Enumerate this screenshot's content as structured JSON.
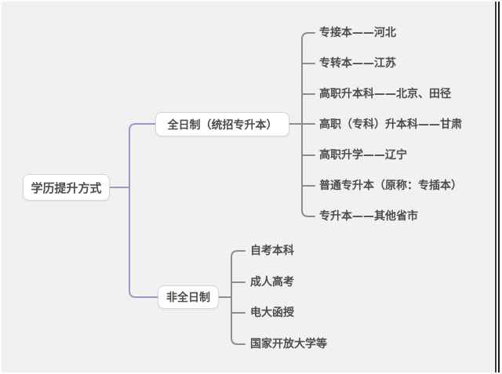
{
  "root": {
    "label": "学历提升方式"
  },
  "branches": [
    {
      "label": "全日制（统招专升本）",
      "children": [
        "专接本——河北",
        "专转本——江苏",
        "高职升本科——北京、田径",
        "高职（专科）升本科——甘肃",
        "高职升学——辽宁",
        "普通专升本（原称：专插本）",
        "专升本——其他省市"
      ]
    },
    {
      "label": "非全日制",
      "children": [
        "自考本科",
        "成人高考",
        "电大函授",
        "国家开放大学等"
      ]
    }
  ],
  "colors": {
    "background": "#f1f1f2",
    "node_fill": "#ffffff",
    "node_border": "#d6d6da",
    "text": "#4d4d4d",
    "level1_connector": "#9d97c7",
    "level2_connector": "#8d8d8d"
  }
}
